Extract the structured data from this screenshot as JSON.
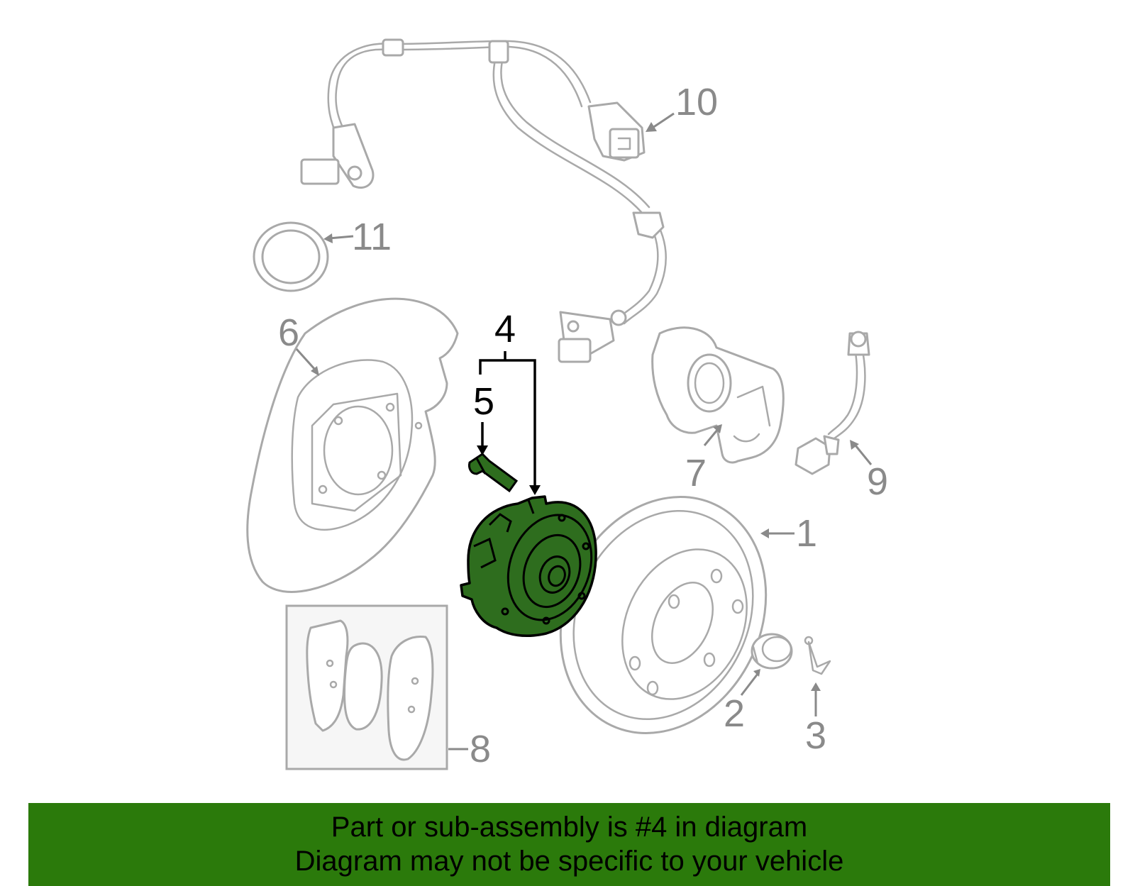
{
  "diagram": {
    "callouts": [
      {
        "id": "1",
        "label": "1",
        "highlighted": false
      },
      {
        "id": "2",
        "label": "2",
        "highlighted": false
      },
      {
        "id": "3",
        "label": "3",
        "highlighted": false
      },
      {
        "id": "4",
        "label": "4",
        "highlighted": true
      },
      {
        "id": "5",
        "label": "5",
        "highlighted": true
      },
      {
        "id": "6",
        "label": "6",
        "highlighted": false
      },
      {
        "id": "7",
        "label": "7",
        "highlighted": false
      },
      {
        "id": "8",
        "label": "8",
        "highlighted": false
      },
      {
        "id": "9",
        "label": "9",
        "highlighted": false
      },
      {
        "id": "10",
        "label": "10",
        "highlighted": false
      },
      {
        "id": "11",
        "label": "11",
        "highlighted": false
      }
    ],
    "colors": {
      "highlight_fill": "#2e6d1e",
      "part_stroke": "#a9a9a9",
      "callout_text": "#8a8a8a",
      "banner_background": "#2b7a0b"
    }
  },
  "banner": {
    "line1": "Part or sub-assembly is #4 in diagram",
    "line2": "Diagram may not be specific to your vehicle"
  }
}
